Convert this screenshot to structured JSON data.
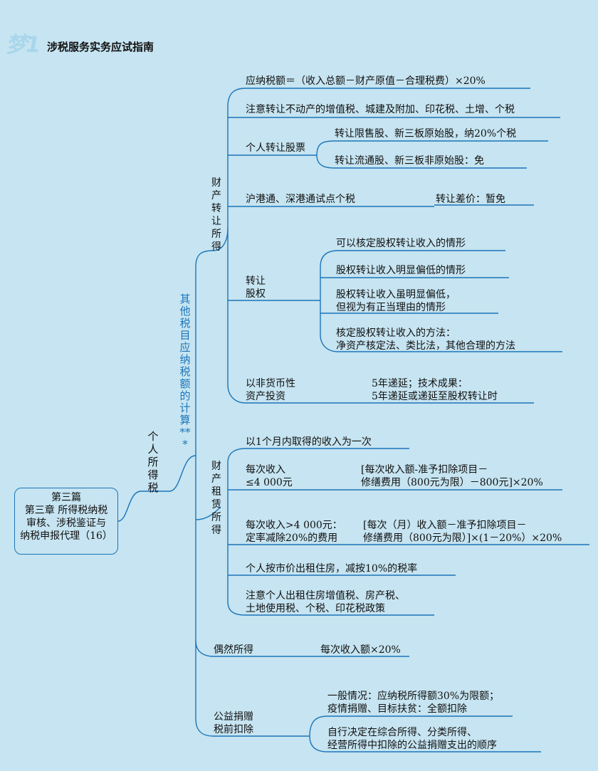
{
  "header": {
    "logo": "梦1",
    "title": "涉税服务实务应试指南"
  },
  "root": {
    "line1": "第三篇",
    "line2": "第三章 所得税纳税",
    "line3": "审核、涉税鉴证与",
    "line4": "纳税申报代理（16）"
  },
  "level1": "个人所得税",
  "level2": "其他税目应纳税额的计算***",
  "transfer": {
    "label": "财产转让所得",
    "formula": "应纳税额＝（收入总额－财产原值－合理税费）×20%",
    "note": "注意转让不动产的增值税、城建及附加、印花税、土增、个税",
    "stock": {
      "label": "个人转让股票",
      "a": "转让限售股、新三板原始股，纳20%个税",
      "b": "转让流通股、新三板非原始股：免"
    },
    "hk": {
      "label": "沪港通、深港通试点个税",
      "value": "转让差价：暂免"
    },
    "equity": {
      "label1": "转让",
      "label2": "股权",
      "a": "可以核定股权转让收入的情形",
      "b": "股权转让收入明显偏低的情形",
      "c1": "股权转让收入虽明显偏低，",
      "c2": "但视为有正当理由的情形",
      "d1": "核定股权转让收入的方法：",
      "d2": "净资产核定法、类比法，其他合理的方法"
    },
    "nonmonetary": {
      "label1": "以非货币性",
      "label2": "资产投资",
      "v1": "5年递延；技术成果：",
      "v2": "5年递延或递延至股权转让时"
    }
  },
  "lease": {
    "label": "财产租赁所得",
    "once": "以1个月内取得的收入为一次",
    "low": {
      "label1": "每次收入",
      "label2": "≤4 000元",
      "f1": "[每次收入额-准予扣除项目－",
      "f2": "修缮费用（800元为限）－800元]×20%"
    },
    "high": {
      "label1": "每次收入>4 000元：",
      "label2": "定率减除20%的费用",
      "f1": "[每次（月）收入额－准予扣除项目－",
      "f2": "修缮费用（800元为限）]×(1－20%）×20%"
    },
    "rate": "个人按市价出租住房，减按10%的税率",
    "note1": "注意个人出租住房增值税、房产税、",
    "note2": "土地使用税、个税、印花税政策"
  },
  "occasional": {
    "label": "偶然所得",
    "value": "每次收入额×20%"
  },
  "charity": {
    "label1": "公益捐赠",
    "label2": "税前扣除",
    "a1": "一般情况：应纳税所得额30%为限额；",
    "a2": "疫情捐赠、目标扶贫：全额扣除",
    "b1": "自行决定在综合所得、分类所得、",
    "b2": "经营所得中扣除的公益捐赠支出的顺序"
  },
  "colors": {
    "line": "#1b75b9",
    "background": "#c6e4f1",
    "accent_text": "#1b75b9"
  }
}
